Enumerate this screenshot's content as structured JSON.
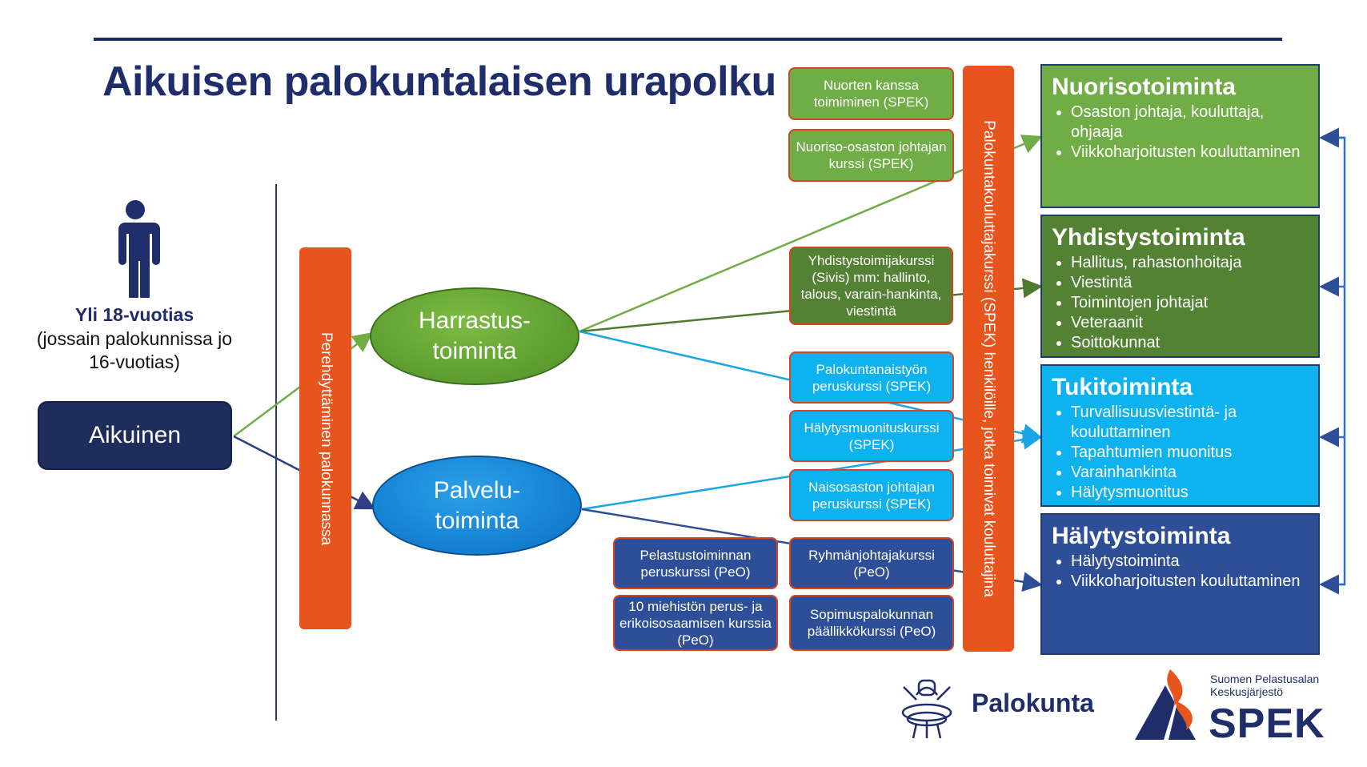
{
  "title": "Aikuisen palokuntalaisen urapolku",
  "person": {
    "age_head": "Yli 18-vuotias",
    "age_note": "(jossain palokunnissa jo 16-vuotias)"
  },
  "start": "Aikuinen",
  "bars": {
    "perehdytys": "Perehdyttäminen palokunnassa",
    "kouluttaja": "Palokuntakouluttajakurssi (SPEK) henkilöille, jotka toimivat kouluttajina"
  },
  "ovals": {
    "harrastus": "Harrastus- toiminta",
    "palvelu": "Palvelu- toiminta"
  },
  "courses": {
    "nuorten": "Nuorten kanssa toimiminen (SPEK)",
    "nuoriso_osasto": "Nuoriso-osaston johtajan kurssi (SPEK)",
    "yhdistys": "Yhdistystoimijakurssi (Sivis) mm: hallinto, talous, varain-hankinta, viestintä",
    "naistyo": "Palokuntanaistyön peruskurssi (SPEK)",
    "halytysmuonitus": "Hälytysmuonituskurssi (SPEK)",
    "naisosasto": "Naisosaston johtajan peruskurssi (SPEK)",
    "ryhmanjohtaja": "Ryhmänjohtajakurssi (PeO)",
    "sopimus": "Sopimuspalokunnan päällikkökurssi (PeO)",
    "pelastus": "Pelastustoiminnan peruskurssi (PeO)",
    "miehisto": "10 miehistön perus- ja erikoisosaamisen kurssia (PeO)"
  },
  "categories": [
    {
      "title": "Nuorisotoiminta",
      "items": [
        "Osaston johtaja, kouluttaja, ohjaaja",
        "Viikkoharjoitusten kouluttaminen"
      ]
    },
    {
      "title": "Yhdistystoiminta",
      "items": [
        "Hallitus, rahastonhoitaja",
        "Viestintä",
        "Toimintojen johtajat",
        "Veteraanit",
        "Soittokunnat"
      ]
    },
    {
      "title": "Tukitoiminta",
      "items": [
        "Turvallisuusviestintä- ja kouluttaminen",
        "Tapahtumien muonitus",
        "Varainhankinta",
        "Hälytysmuonitus"
      ]
    },
    {
      "title": "Hälytystoiminta",
      "items": [
        "Hälytystoiminta",
        "Viikkoharjoitusten kouluttaminen"
      ]
    }
  ],
  "logos": {
    "palokunta": "Palokunta",
    "spek_small": "Suomen Pelastusalan Keskusjärjestö",
    "spek": "SPEK"
  },
  "colors": {
    "navy": "#1f2d5c",
    "orange": "#e8541e",
    "green": "#70ad47",
    "dark_green": "#548235",
    "light_blue": "#0db2ee",
    "blue": "#2e4f98"
  }
}
